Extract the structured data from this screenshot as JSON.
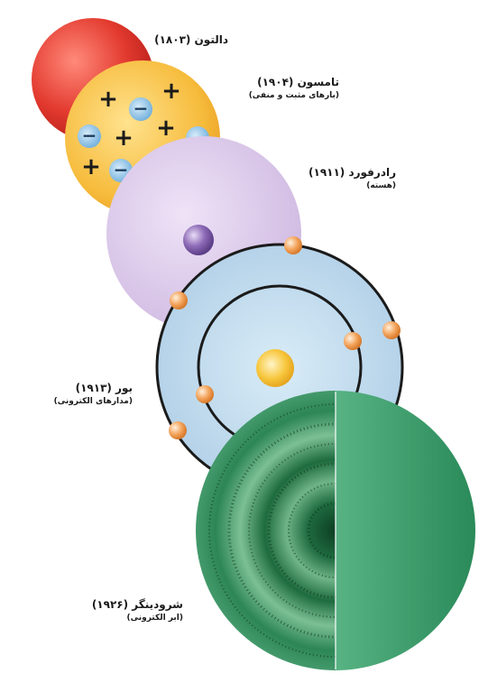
{
  "models": [
    {
      "key": "dalton",
      "title": "دالتون (۱۸۰۳)",
      "subtitle": ""
    },
    {
      "key": "thomson",
      "title": "تامسون (۱۹۰۴)",
      "subtitle": "(بارهای مثبت و منفی)"
    },
    {
      "key": "rutherford",
      "title": "رادرفورد (۱۹۱۱)",
      "subtitle": "(هسته)"
    },
    {
      "key": "bohr",
      "title": "بور (۱۹۱۳)",
      "subtitle": "(مدارهای الکترونی)"
    },
    {
      "key": "schrodinger",
      "title": "شرودینگر (۱۹۲۶)",
      "subtitle": "(ابر الکترونی)"
    }
  ],
  "symbols": {
    "positive": "+",
    "negative": "−"
  },
  "colors": {
    "dalton": "#e33a2f",
    "thomson": "#f6bb3b",
    "rutherford": "#d8c7e6",
    "bohr": "#bcd8ec",
    "schrodinger": "#2f9d6d",
    "electron": "#f3a35a",
    "nucleus": "#f7c63c",
    "rutherford_nucleus": "#8e6bb7",
    "negative_charge": "#7fb9df"
  }
}
